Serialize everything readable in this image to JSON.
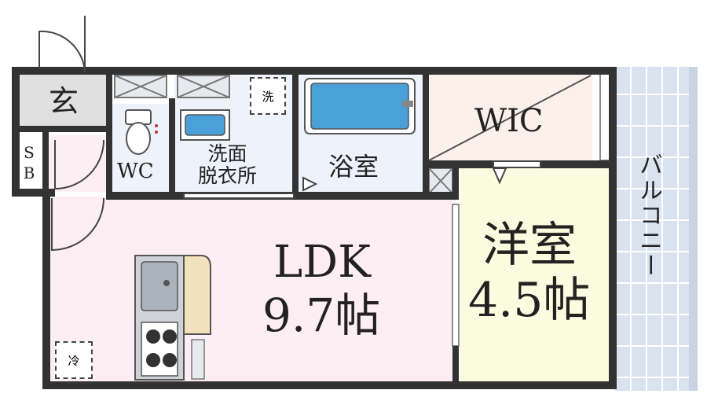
{
  "labels": {
    "entrance": "玄",
    "shoe_box": "SB",
    "wc": "WC",
    "washroom": "洗面\n脱衣所",
    "washer": "洗",
    "bath": "浴室",
    "wic": "WIC",
    "ldk_name": "LDK",
    "ldk_size": "9.7帖",
    "western_name": "洋室",
    "western_size": "4.5帖",
    "balcony": "バルコニー",
    "fridge": "冷"
  },
  "colors": {
    "wall": "#333333",
    "entrance_floor": "#e0e0e0",
    "wet_area": "#eef3fb",
    "ldk_floor": "#fdeef4",
    "western_floor": "#fbfbdf",
    "wic_floor": "#fbf1ea",
    "balcony": "#d9e3ef",
    "bathtub": "#4aa0d8"
  }
}
